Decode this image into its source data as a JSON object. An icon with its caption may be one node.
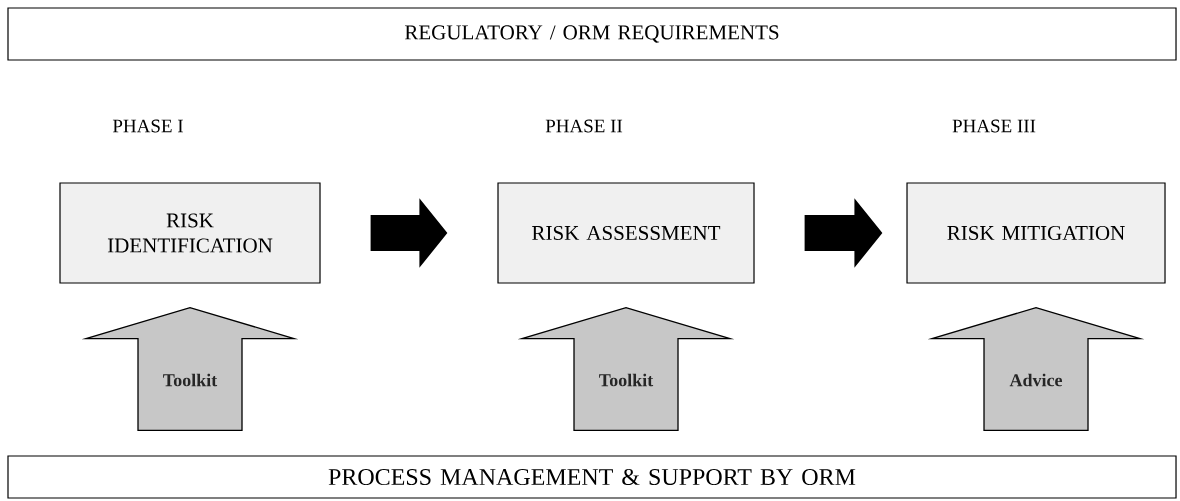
{
  "diagram": {
    "nodes": [
      {
        "text": [
          "REGULATORY / ORM REQUIREMENTS"
        ]
      },
      {
        "text": [
          "PROCESS MANAGEMENT & SUPPORT BY ORM"
        ]
      },
      {
        "text": [
          "RISK IDENTIFICATION"
        ],
        "beside": [
          "PHASE I"
        ]
      },
      {
        "text": [
          "RISK ASSESSMENT"
        ],
        "beside": [
          "PHASE II"
        ]
      },
      {
        "text": [
          "RISK MITIGATION"
        ],
        "beside": [
          "PHASE III"
        ]
      }
    ],
    "edges": [
      {
        "from": 2,
        "to": 3,
        "arrow": "to"
      },
      {
        "from": 3,
        "to": 4,
        "arrow": "to"
      },
      {
        "from": 1,
        "to": 2,
        "arrow": "to",
        "label": "Toolkit"
      },
      {
        "from": 1,
        "to": 3,
        "arrow": "to",
        "label": "Toolkit"
      },
      {
        "from": 1,
        "to": 4,
        "arrow": "to",
        "label": "Advice"
      }
    ]
  }
}
